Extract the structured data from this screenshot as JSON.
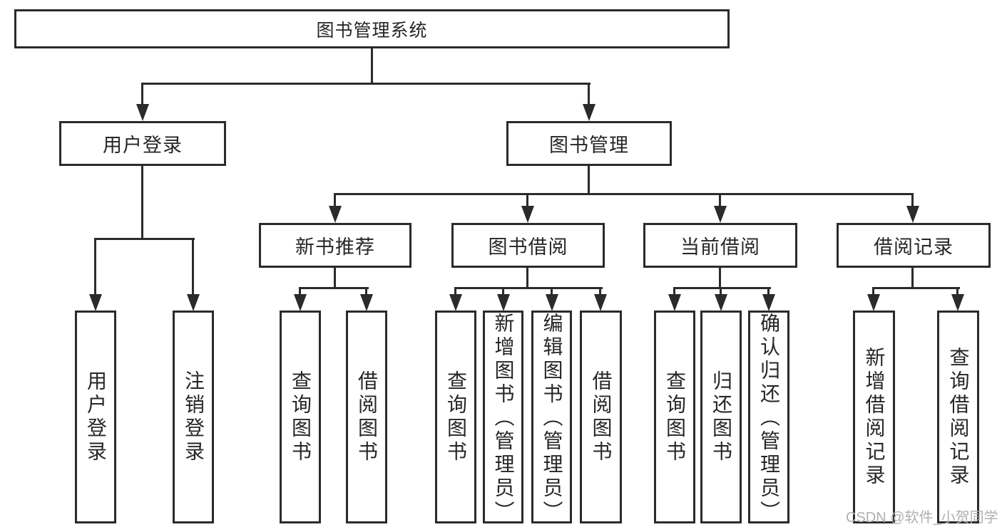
{
  "diagram": {
    "root": {
      "label": "图书管理系统"
    },
    "branches": [
      {
        "label": "用户登录"
      },
      {
        "label": "图书管理"
      }
    ],
    "modules": [
      {
        "label": "新书推荐"
      },
      {
        "label": "图书借阅"
      },
      {
        "label": "当前借阅"
      },
      {
        "label": "借阅记录"
      }
    ],
    "leaves": [
      {
        "label": "用户登录"
      },
      {
        "label": "注销登录"
      },
      {
        "label": "查询图书"
      },
      {
        "label": "借阅图书"
      },
      {
        "label": "查询图书"
      },
      {
        "label": "新增图书（管理员）"
      },
      {
        "label": "编辑图书（管理员）"
      },
      {
        "label": "借阅图书"
      },
      {
        "label": "查询图书"
      },
      {
        "label": "归还图书"
      },
      {
        "label": "确认归还（管理员）"
      },
      {
        "label": "新增借阅记录"
      },
      {
        "label": "查询借阅记录"
      }
    ],
    "watermark": "CSDN @软件_小贺同学",
    "colors": {
      "line": "#2b2b2b",
      "text": "#262626",
      "background": "#ffffff",
      "watermark": "#b0b0b0"
    }
  }
}
